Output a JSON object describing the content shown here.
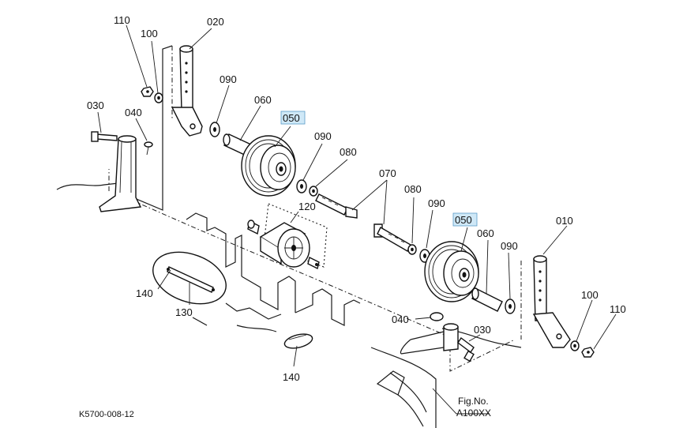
{
  "callouts": {
    "c110a": "110",
    "c100a": "100",
    "c020": "020",
    "c090a": "090",
    "c030a": "030",
    "c040a": "040",
    "c060a": "060",
    "c050a": "050",
    "c090b": "090",
    "c080a": "080",
    "c120": "120",
    "c070": "070",
    "c080b": "080",
    "c090c": "090",
    "c050b": "050",
    "c010": "010",
    "c060b": "060",
    "c090d": "090",
    "c140a": "140",
    "c130": "130",
    "c040b": "040",
    "c030b": "030",
    "c100b": "100",
    "c110b": "110",
    "c140b": "140"
  },
  "figure": {
    "fig_label": "Fig.No.",
    "fig_number": "A100XX",
    "drawing_code": "K5700-008-12"
  },
  "colors": {
    "line": "#1a1a1a",
    "highlight_fill": "#cfe8f7",
    "highlight_border": "#5b9bc8"
  }
}
